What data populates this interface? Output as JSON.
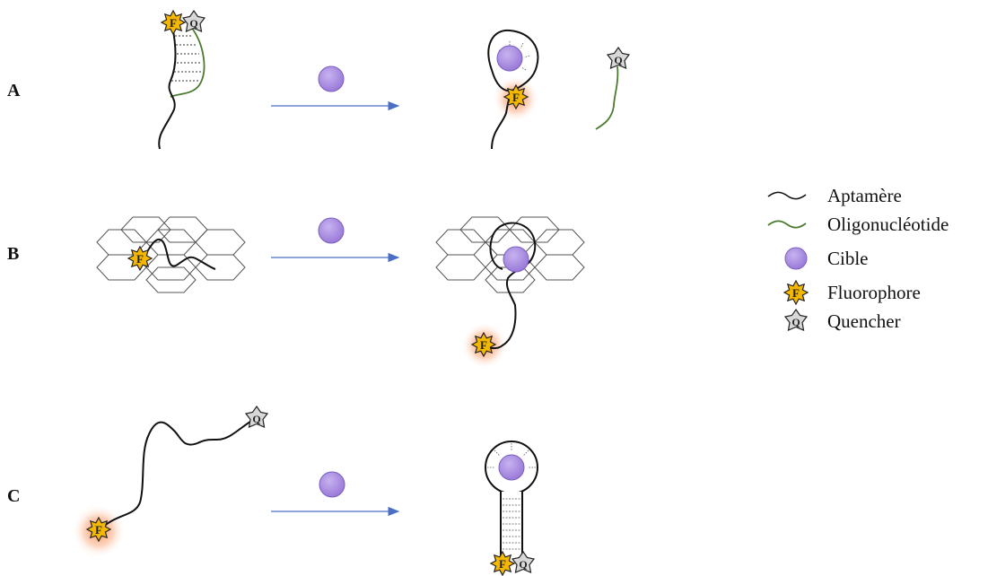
{
  "rows": [
    {
      "id": "A",
      "label": "A"
    },
    {
      "id": "B",
      "label": "B"
    },
    {
      "id": "C",
      "label": "C"
    }
  ],
  "markers": {
    "fluorophore": "F",
    "quencher": "Q"
  },
  "legend": {
    "items": [
      {
        "key": "aptamer",
        "label": "Aptamère"
      },
      {
        "key": "oligo",
        "label": "Oligonucléotide"
      },
      {
        "key": "target",
        "label": "Cible"
      },
      {
        "key": "fluorophore",
        "label": "Fluorophore"
      },
      {
        "key": "quencher",
        "label": "Quencher"
      }
    ]
  },
  "colors": {
    "aptamer": "#111111",
    "oligo": "#4a7a2e",
    "target": "#a98fe0",
    "target_stroke": "#7a5fc0",
    "fluorophore_fill": "#f5b800",
    "fluorophore_glow": "#f77b3c",
    "quencher_fill": "#d8d8d8",
    "arrow": "#4a6fc4",
    "graphene": "#555555"
  }
}
